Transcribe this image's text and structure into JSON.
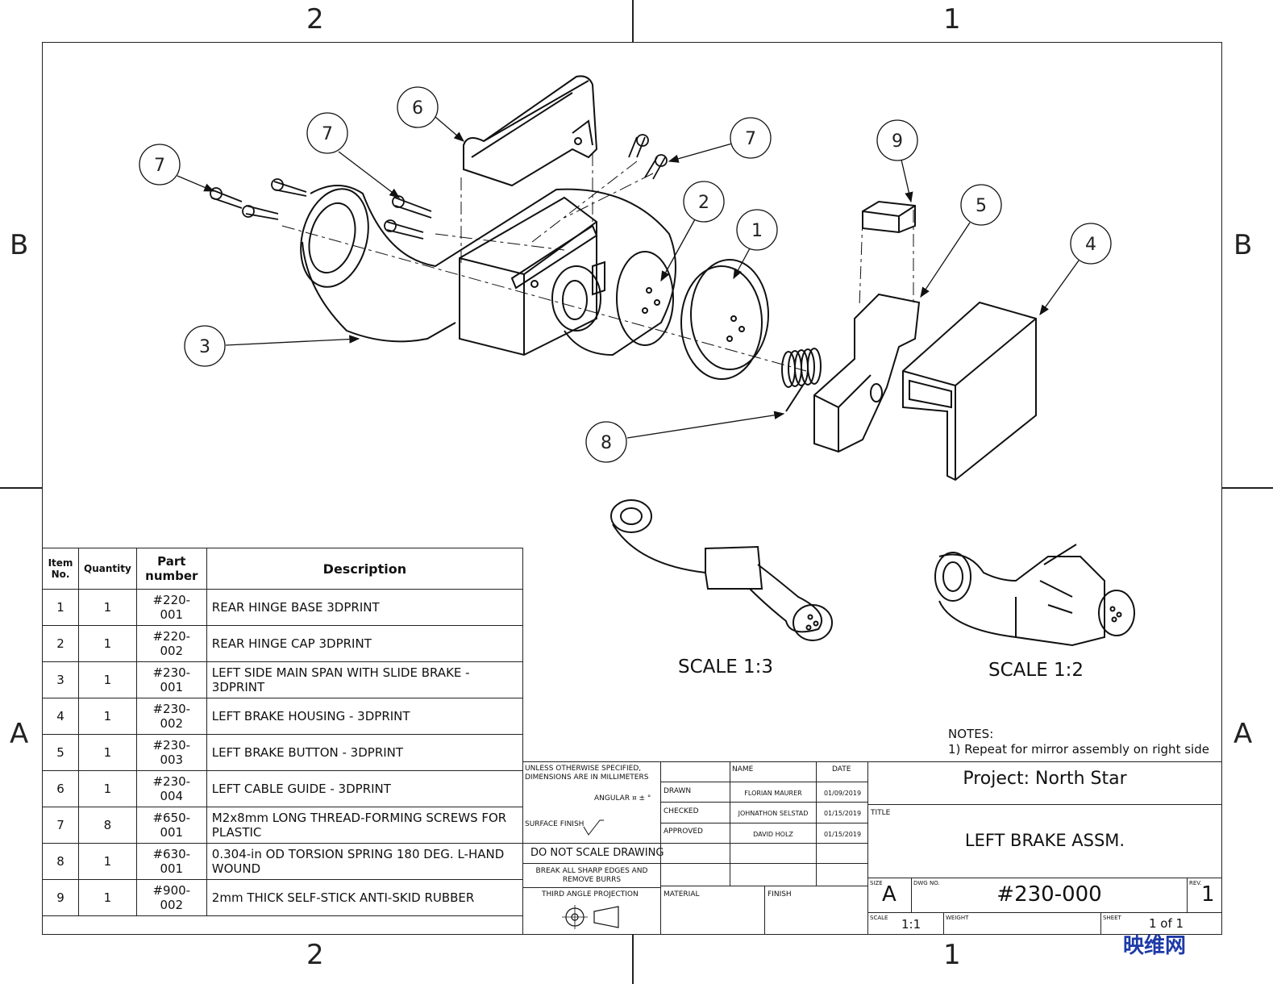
{
  "zones": {
    "top_left": "2",
    "top_right": "1",
    "bottom_left": "2",
    "bottom_right": "1",
    "left_top": "B",
    "left_bottom": "A",
    "right_top": "B",
    "right_bottom": "A"
  },
  "balloons": {
    "b6": "6",
    "b7a": "7",
    "b7b": "7",
    "b7c": "7",
    "b2": "2",
    "b1": "1",
    "b9": "9",
    "b5": "5",
    "b4": "4",
    "b3": "3",
    "b8": "8"
  },
  "bom": {
    "headers": {
      "item": "Item No.",
      "qty": "Quantity",
      "part": "Part number",
      "desc": "Description"
    },
    "rows": [
      {
        "item": "1",
        "qty": "1",
        "part": "#220-001",
        "desc": "REAR HINGE BASE 3DPRINT"
      },
      {
        "item": "2",
        "qty": "1",
        "part": "#220-002",
        "desc": "REAR HINGE CAP 3DPRINT"
      },
      {
        "item": "3",
        "qty": "1",
        "part": "#230-001",
        "desc": "LEFT SIDE MAIN SPAN WITH SLIDE BRAKE - 3DPRINT"
      },
      {
        "item": "4",
        "qty": "1",
        "part": "#230-002",
        "desc": "LEFT BRAKE HOUSING - 3DPRINT"
      },
      {
        "item": "5",
        "qty": "1",
        "part": "#230-003",
        "desc": "LEFT BRAKE BUTTON - 3DPRINT"
      },
      {
        "item": "6",
        "qty": "1",
        "part": "#230-004",
        "desc": "LEFT CABLE GUIDE - 3DPRINT"
      },
      {
        "item": "7",
        "qty": "8",
        "part": "#650-001",
        "desc": "M2x8mm LONG THREAD-FORMING SCREWS FOR PLASTIC"
      },
      {
        "item": "8",
        "qty": "1",
        "part": "#630-001",
        "desc": "0.304-in OD TORSION SPRING 180 DEG. L-HAND WOUND"
      },
      {
        "item": "9",
        "qty": "1",
        "part": "#900-002",
        "desc": "2mm THICK SELF-STICK ANTI-SKID RUBBER"
      }
    ]
  },
  "views": {
    "scale_a": "SCALE 1:3",
    "scale_b": "SCALE 1:2"
  },
  "notes": {
    "heading": "NOTES:",
    "line1": "1) Repeat for mirror assembly on right side"
  },
  "titleblock": {
    "unless": "UNLESS OTHERWISE SPECIFIED, DIMENSIONS ARE IN MILLIMETERS",
    "angular": "ANGULAR ¤ ± °",
    "surface": "SURFACE FINISH",
    "dns": "DO NOT SCALE DRAWING",
    "break": "BREAK ALL SHARP EDGES AND REMOVE BURRS",
    "third": "THIRD ANGLE PROJECTION",
    "name_h": "NAME",
    "date_h": "DATE",
    "drawn": "DRAWN",
    "checked": "CHECKED",
    "approved": "APPROVED",
    "drawn_name": "FLORIAN MAURER",
    "drawn_date": "01/09/2019",
    "checked_name": "JOHNATHON SELSTAD",
    "checked_date": "01/15/2019",
    "approved_name": "DAVID HOLZ",
    "approved_date": "01/15/2019",
    "material": "MATERIAL",
    "finish": "FINISH",
    "project": "Project: North Star",
    "title_h": "TITLE",
    "title": "LEFT BRAKE ASSM.",
    "size_h": "SIZE",
    "size": "A",
    "dwg_h": "DWG NO.",
    "dwg": "#230-000",
    "rev_h": "REV.",
    "rev": "1",
    "scale_h": "SCALE",
    "scale": "1:1",
    "weight_h": "WEIGHT",
    "sheet_h": "SHEET",
    "sheet": "1 of 1"
  },
  "watermark": "映维网"
}
